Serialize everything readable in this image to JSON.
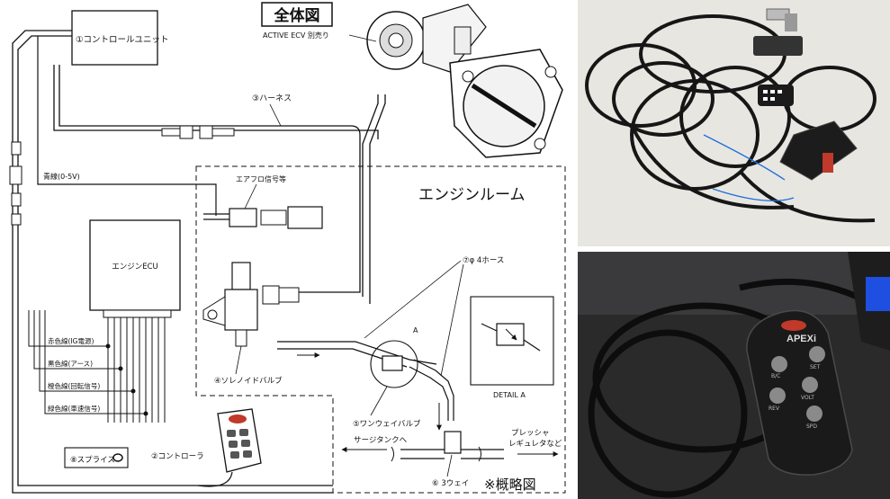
{
  "title": "全体図",
  "footer": "※概略図",
  "labels": {
    "active_ecv": "ACTIVE  ECV  別売り",
    "control_unit": "①コントロールユニット",
    "controller": "②コントローラ",
    "harness": "③ハーネス",
    "solenoid": "④ソレノイドバルブ",
    "oneway": "⑤ワンウェイバルブ",
    "threeway": "⑥ 3ウェイ",
    "hose": "⑦φ 4ホース",
    "splice": "⑧スプライス",
    "engine_room": "エンジンルーム",
    "engine_ecu": "エンジンECU",
    "blue_wire": "青線(0-5V)",
    "airflow": "エアフロ信号等",
    "red_wire": "赤色線(IG電源)",
    "black_wire": "黒色線(アース)",
    "orange_wire": "橙色線(回転信号)",
    "green_wire": "緑色線(車速信号)",
    "detail_a": "DETAIL A",
    "label_a": "A",
    "to_surge_tank": "サージタンクへ",
    "pressure_reg_1": "プレッシャ",
    "pressure_reg_2": "レギュレタなど"
  },
  "remote_buttons": {
    "logo": "APEXi",
    "set": "SET",
    "bc": "B/C",
    "volt": "VOLT",
    "rev": "REV",
    "spd": "SPD"
  },
  "colors": {
    "line": "#1a1a1a",
    "photo_bg_top": "#e8e6e1",
    "photo_bg_bottom": "#2a2a2b",
    "remote_red": "#c0392b"
  }
}
